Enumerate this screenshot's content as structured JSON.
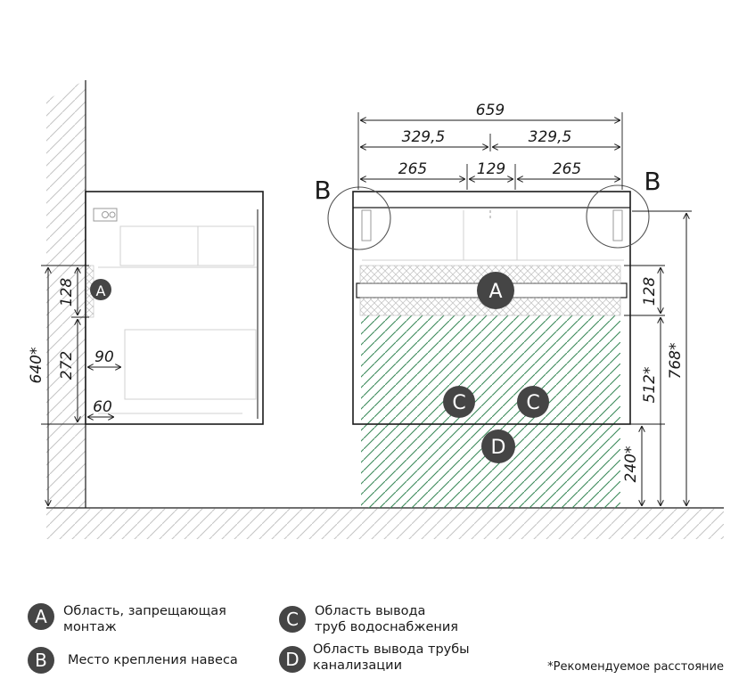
{
  "dimensions": {
    "total_width": "659",
    "half_left": "329,5",
    "half_right": "329,5",
    "seg_left": "265",
    "seg_mid": "129",
    "seg_right": "265",
    "side_128": "128",
    "side_272": "272",
    "side_640": "640*",
    "side_90": "90",
    "side_60": "60",
    "front_128": "128",
    "front_512": "512*",
    "front_768": "768*",
    "front_240": "240*"
  },
  "markers": {
    "b_left": "B",
    "b_right": "B",
    "a_side": "A",
    "a_front": "A",
    "c_left": "C",
    "c_right": "C",
    "d_front": "D"
  },
  "legend": {
    "a": {
      "badge": "A",
      "line1": "Область, запрещающая",
      "line2": "монтаж"
    },
    "b": {
      "badge": "B",
      "line1": "Место крепления навеса"
    },
    "c": {
      "badge": "C",
      "line1": "Область вывода",
      "line2": "труб водоснабжения"
    },
    "d": {
      "badge": "D",
      "line1": "Область вывода трубы",
      "line2": "канализации"
    }
  },
  "note": "*Рекомендуемое расстояние",
  "colors": {
    "line": "#1a1a1a",
    "hatch_wall": "#bdbdbd",
    "hatch_green": "#3b8a5a",
    "marker_fill": "#454545",
    "cross_fill": "#cfcfcf"
  }
}
